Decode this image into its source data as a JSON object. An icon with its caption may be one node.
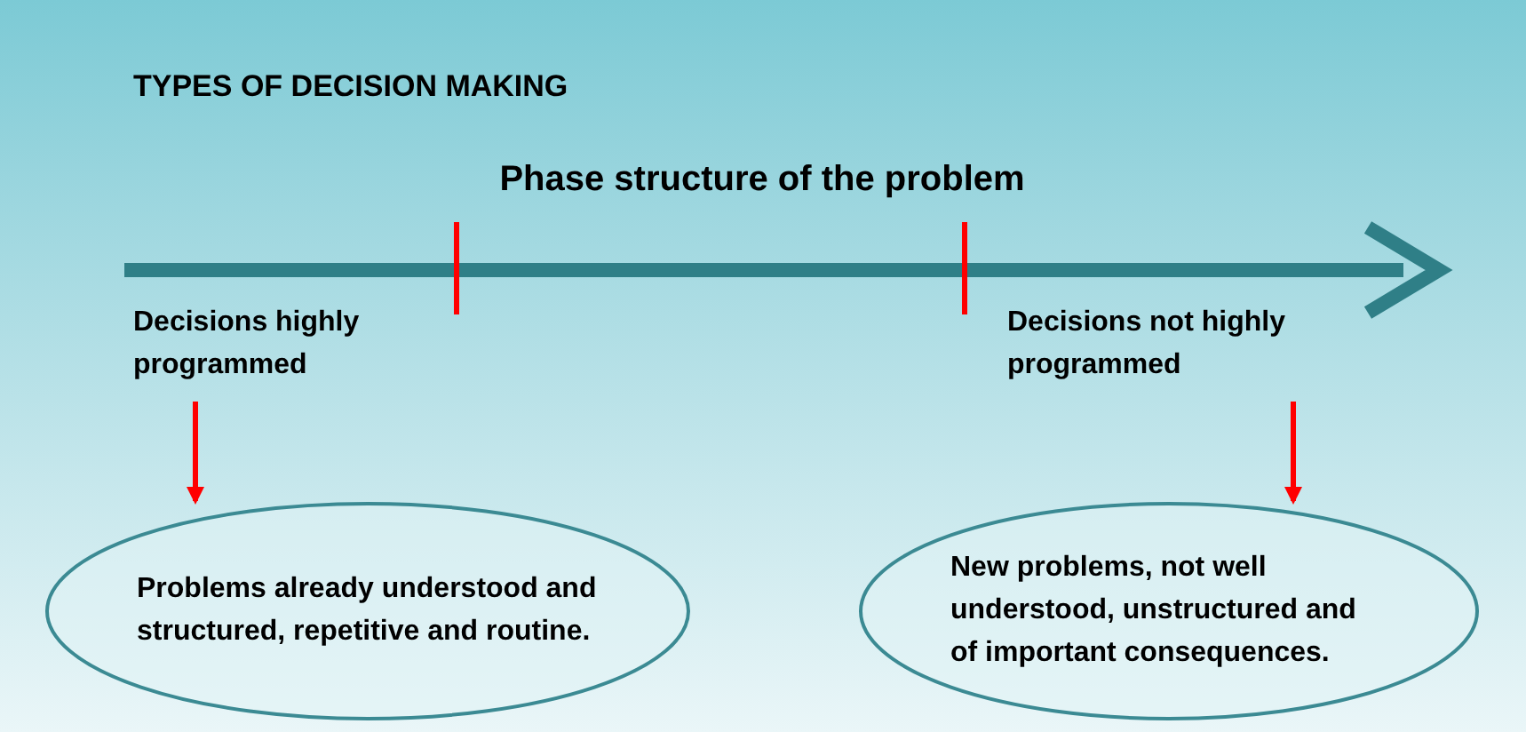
{
  "diagram": {
    "title": "TYPES OF DECISION MAKING",
    "nodes": [
      {
        "text": [
          "Decisions highly programmed"
        ]
      },
      {
        "text": [
          "Problems already understood and structured, repetitive and routine."
        ]
      },
      {
        "text": [
          "Decisions not highly programmed"
        ]
      },
      {
        "text": [
          "New problems, not well understood, unstructured and of important consequences."
        ]
      }
    ],
    "edges": [
      {
        "from": 0,
        "to": 1,
        "arrow": "to"
      },
      {
        "from": 2,
        "to": 3,
        "arrow": "to"
      }
    ],
    "labels": [
      "Phase structure of the problem"
    ]
  }
}
